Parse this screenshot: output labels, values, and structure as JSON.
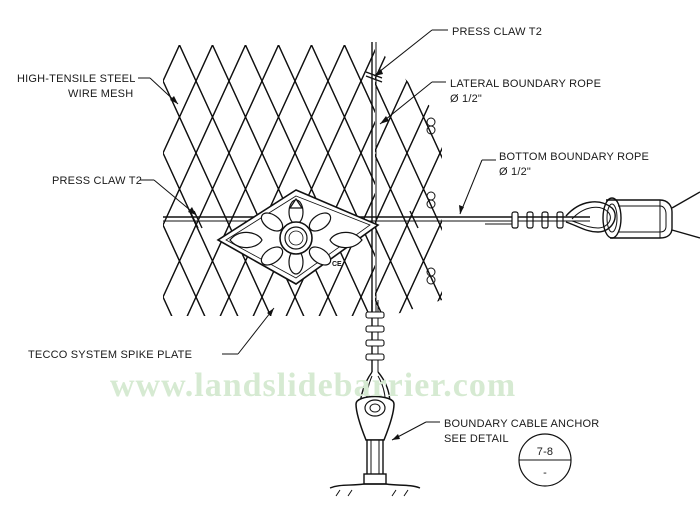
{
  "callouts": {
    "mesh_line1": "HIGH-TENSILE STEEL",
    "mesh_line2": "WIRE MESH",
    "press_claw_top": "PRESS CLAW T2",
    "lateral_rope_line1": "LATERAL BOUNDARY ROPE",
    "lateral_rope_line2": "Ø 1/2\"",
    "bottom_rope_line1": "BOTTOM BOUNDARY ROPE",
    "bottom_rope_line2": "Ø 1/2\"",
    "press_claw_left": "PRESS CLAW T2",
    "spike_plate": "TECCO SYSTEM SPIKE PLATE",
    "anchor_line1": "BOUNDARY CABLE ANCHOR",
    "anchor_line2": "SEE DETAIL"
  },
  "detail_ref": {
    "number": "7-8",
    "sheet": "-"
  },
  "plate_marks": {
    "ce": "CE"
  },
  "watermark": "www.landslidebarrier.com"
}
